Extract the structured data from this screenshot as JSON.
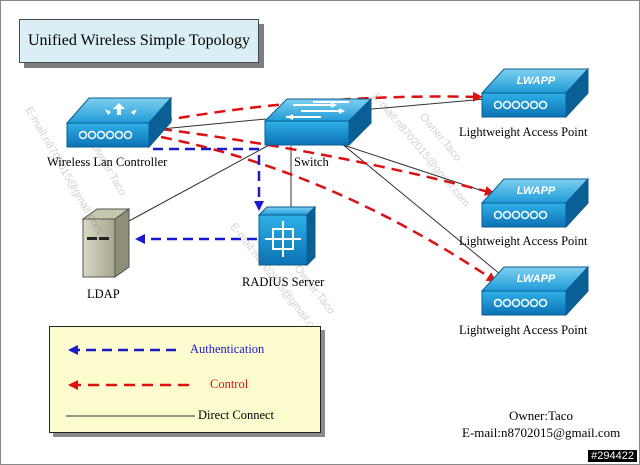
{
  "title": "Unified Wireless Simple Topology",
  "devices": {
    "wlc": "Wireless Lan Controller",
    "switch": "Switch",
    "ldap": "LDAP",
    "radius": "RADIUS Server",
    "ap1": "Lightweight Access Point",
    "ap2": "Lightweight Access Point",
    "ap3": "Lightweight Access Point",
    "ap_badge": "LWAPP"
  },
  "legend": {
    "authentication": "Authentication",
    "control": "Control",
    "direct": "Direct Connect"
  },
  "owner": {
    "name": "Owner:Taco",
    "email": "E-mail:n8702015@gmail.com"
  },
  "watermarks": [
    "E-mail:n8702015@gmail.com",
    "Owner:Taco"
  ],
  "image_id": "#294422",
  "colors": {
    "authentication": "#1a1acc",
    "control": "#dd1111",
    "direct": "#333333",
    "device_blue": "#1e9bd7",
    "legend_bg": "#fdfcce",
    "title_bg": "#d9eef5"
  }
}
